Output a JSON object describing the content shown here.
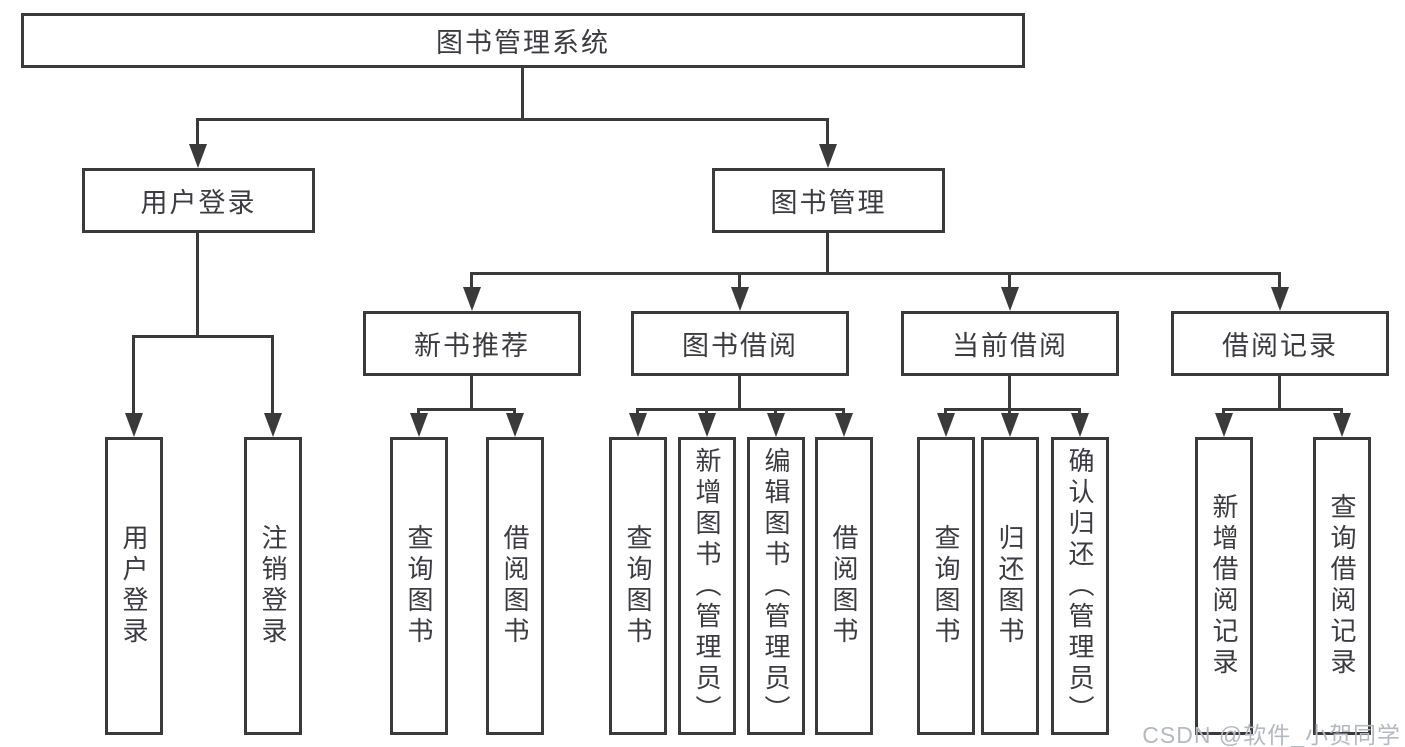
{
  "diagram_title": "图书管理系统",
  "tree": {
    "root": {
      "label": "图书管理系统"
    },
    "branches": [
      {
        "label": "用户登录",
        "children": [
          {
            "label": "用户登录"
          },
          {
            "label": "注销登录"
          }
        ]
      },
      {
        "label": "图书管理",
        "children": [
          {
            "label": "新书推荐",
            "children": [
              {
                "label": "查询图书"
              },
              {
                "label": "借阅图书"
              }
            ]
          },
          {
            "label": "图书借阅",
            "children": [
              {
                "label": "查询图书"
              },
              {
                "label": "新增图书（管理员）"
              },
              {
                "label": "编辑图书（管理员）"
              },
              {
                "label": "借阅图书"
              }
            ]
          },
          {
            "label": "当前借阅",
            "children": [
              {
                "label": "查询图书"
              },
              {
                "label": "归还图书"
              },
              {
                "label": "确认归还（管理员）"
              }
            ]
          },
          {
            "label": "借阅记录",
            "children": [
              {
                "label": "新增借阅记录"
              },
              {
                "label": "查询借阅记录"
              }
            ]
          }
        ]
      }
    ]
  },
  "colors": {
    "line": "#3a3a3a",
    "text": "#3b3b41",
    "background": "#ffffff",
    "watermark": "#b4b8c0"
  },
  "watermark": {
    "text": "CSDN @软件_小贺同学"
  }
}
